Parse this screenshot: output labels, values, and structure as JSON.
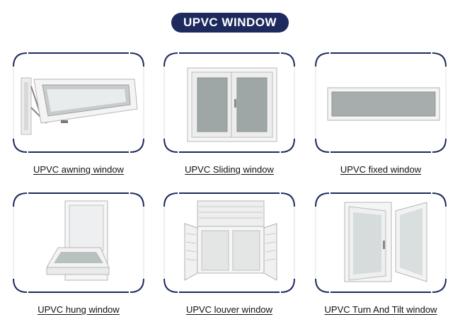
{
  "title": "UPVC WINDOW",
  "colors": {
    "accent": "#1e2a5e",
    "frame": "#f7f7f7",
    "glass": "#9fa7a6"
  },
  "items": [
    {
      "caption": "UPVC awning window",
      "icon": "awning-window-icon"
    },
    {
      "caption": "UPVC Sliding window",
      "icon": "sliding-window-icon"
    },
    {
      "caption": "UPVC fixed window",
      "icon": "fixed-window-icon"
    },
    {
      "caption": "UPVC hung window",
      "icon": "hung-window-icon"
    },
    {
      "caption": "UPVC louver window",
      "icon": "louver-window-icon"
    },
    {
      "caption": "UPVC Turn And Tilt window",
      "icon": "turn-tilt-window-icon"
    }
  ]
}
